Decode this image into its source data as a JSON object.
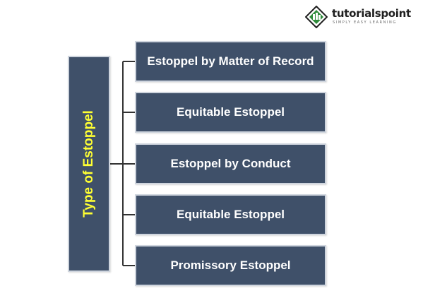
{
  "logo": {
    "wordmark": "tutorialspoint",
    "tagline": "SIMPLY EASY LEARNING",
    "icon": "tutorialspoint-logo-icon",
    "colors": {
      "mark": "#2e8b3a",
      "dark": "#1f1f1f"
    }
  },
  "diagram": {
    "root": {
      "label": "Type of Estoppel"
    },
    "children": [
      {
        "label": "Estoppel by Matter of Record"
      },
      {
        "label": "Equitable Estoppel"
      },
      {
        "label": "Estoppel by Conduct"
      },
      {
        "label": "Equitable Estoppel"
      },
      {
        "label": "Promissory Estoppel"
      }
    ],
    "colors": {
      "box_fill": "#3f5069",
      "box_border": "#cfd5de",
      "root_text": "#ffff33",
      "child_text": "#ffffff",
      "connector": "#333333"
    }
  }
}
